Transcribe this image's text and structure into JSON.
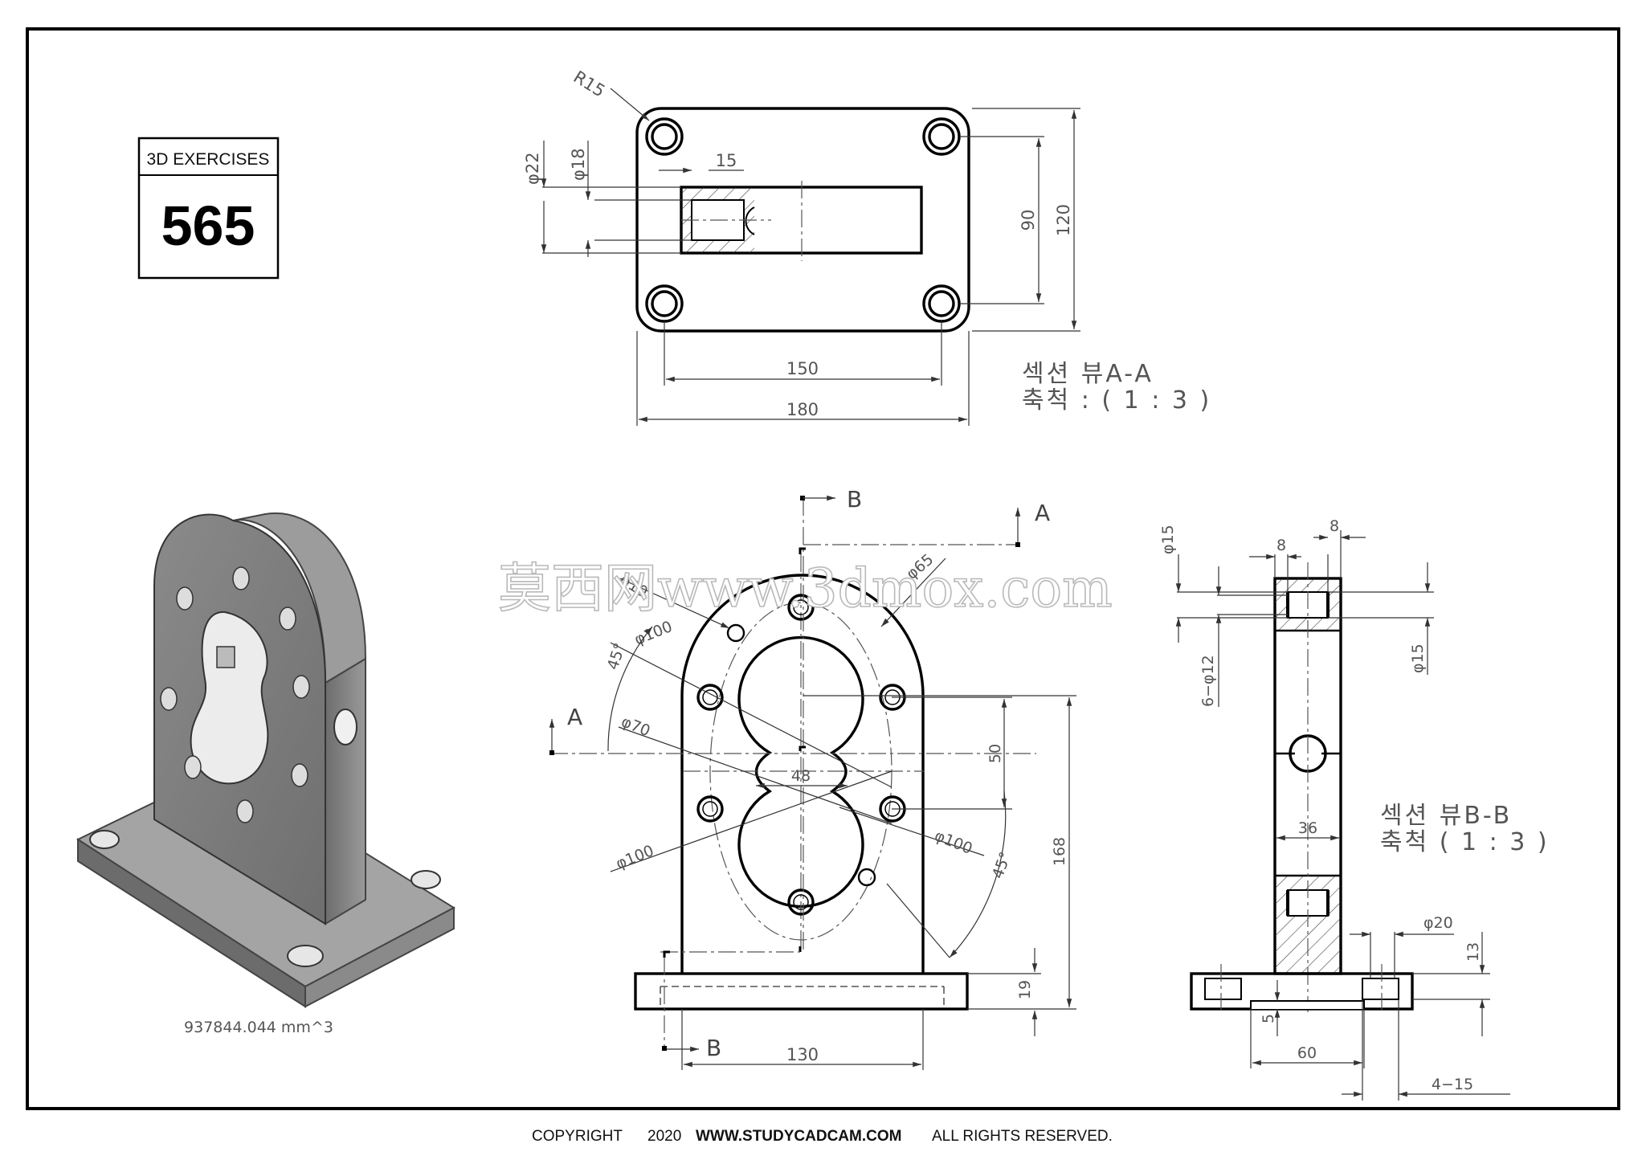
{
  "badge": {
    "top": "3D EXERCISES",
    "number": "565"
  },
  "volume": "937844.044 mm^3",
  "footer": {
    "copyright": "COPYRIGHT",
    "year": "2020",
    "site": "WWW.STUDYCADCAM.COM",
    "rights": "ALL RIGHTS RESERVED."
  },
  "watermark": "莫西网www.3dmox.com",
  "section_aa": {
    "title": "섹션 뷰A-A",
    "scale": "축척 : ( 1 : 3 )"
  },
  "section_bb": {
    "title": "섹션 뷰B-B",
    "scale": "축척 ( 1 : 3 )"
  },
  "section_marks": {
    "a": "A",
    "b": "B"
  },
  "dims_top": {
    "r15": "R15",
    "d22": "φ22",
    "d18": "φ18",
    "w15": "15",
    "h90": "90",
    "h120": "120",
    "w150": "150",
    "w180": "180"
  },
  "dims_front": {
    "d10": "φ10",
    "d65": "φ65",
    "a45_left": "45°",
    "d100_a": "φ100",
    "d70": "φ70",
    "w48": "48",
    "h50": "50",
    "d100_b": "φ100",
    "d100_c": "φ100",
    "a45_right": "45°",
    "h168": "168",
    "h19": "19",
    "w130": "130"
  },
  "dims_side": {
    "w8a": "8",
    "w8b": "8",
    "d15_left": "φ15",
    "n6d12": "6−φ12",
    "d15_right": "φ15",
    "w36": "36",
    "d20": "φ20",
    "h13": "13",
    "h5": "5",
    "w60": "60",
    "n4_15": "4−15"
  }
}
